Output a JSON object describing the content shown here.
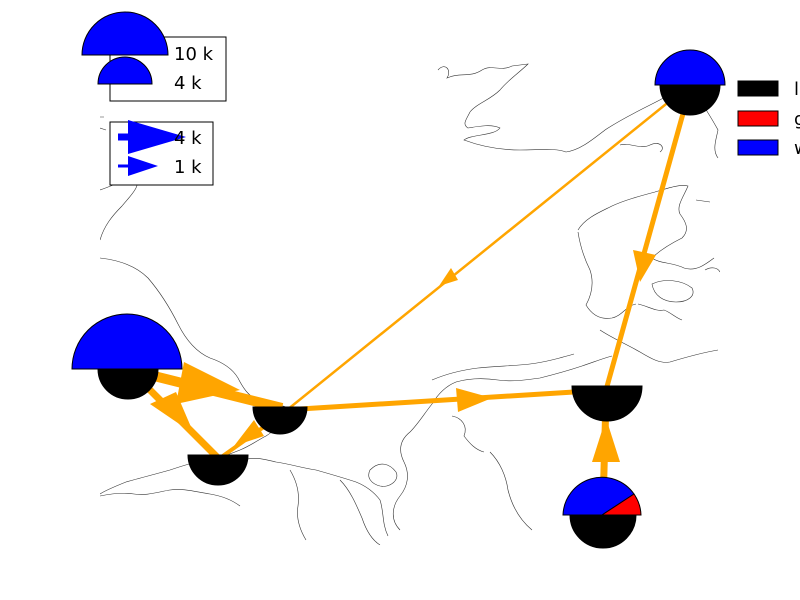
{
  "legend_size": {
    "entries": [
      {
        "label": "10 k",
        "value": 10000
      },
      {
        "label": "4 k",
        "value": 4000
      }
    ]
  },
  "legend_flow": {
    "entries": [
      {
        "label": "4 k",
        "value": 4000
      },
      {
        "label": "1 k",
        "value": 1000
      }
    ]
  },
  "legend_carriers": {
    "entries": [
      {
        "label": "l",
        "color": "#000000"
      },
      {
        "label": "g",
        "color": "#ff0000"
      },
      {
        "label": "w",
        "color": "#0000ff"
      }
    ]
  },
  "colors": {
    "flow": "#ffa500",
    "flow_legend": "#0000ff",
    "coastline": "#333333"
  },
  "icons": [
    "half-pie-bus-icon",
    "flow-arrow-icon"
  ]
}
